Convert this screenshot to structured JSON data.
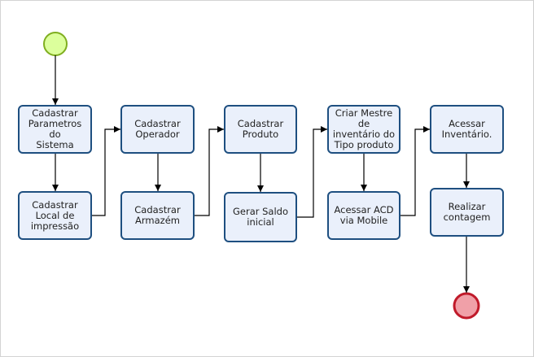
{
  "colors": {
    "box_fill": "#eaf0fb",
    "box_border": "#1e4f80",
    "start_fill": "#dcff9c",
    "start_border": "#7fae1f",
    "end_fill": "#f0a0a8",
    "end_border": "#c01a2a",
    "arrow": "#000000"
  },
  "nodes": {
    "n1": "Cadastrar\nParametros do\nSistema",
    "n2": "Cadastrar\nLocal de\nimpressão",
    "n3": "Cadastrar\nOperador",
    "n4": "Cadastrar\nArmazém",
    "n5": "Cadastrar\nProduto",
    "n6": "Gerar Saldo\ninicial",
    "n7": "Criar Mestre de\ninventário  do\nTipo produto",
    "n8": "Acessar ACD\nvia Mobile",
    "n9": "Acessar\nInventário.",
    "n10": "Realizar\ncontagem"
  }
}
